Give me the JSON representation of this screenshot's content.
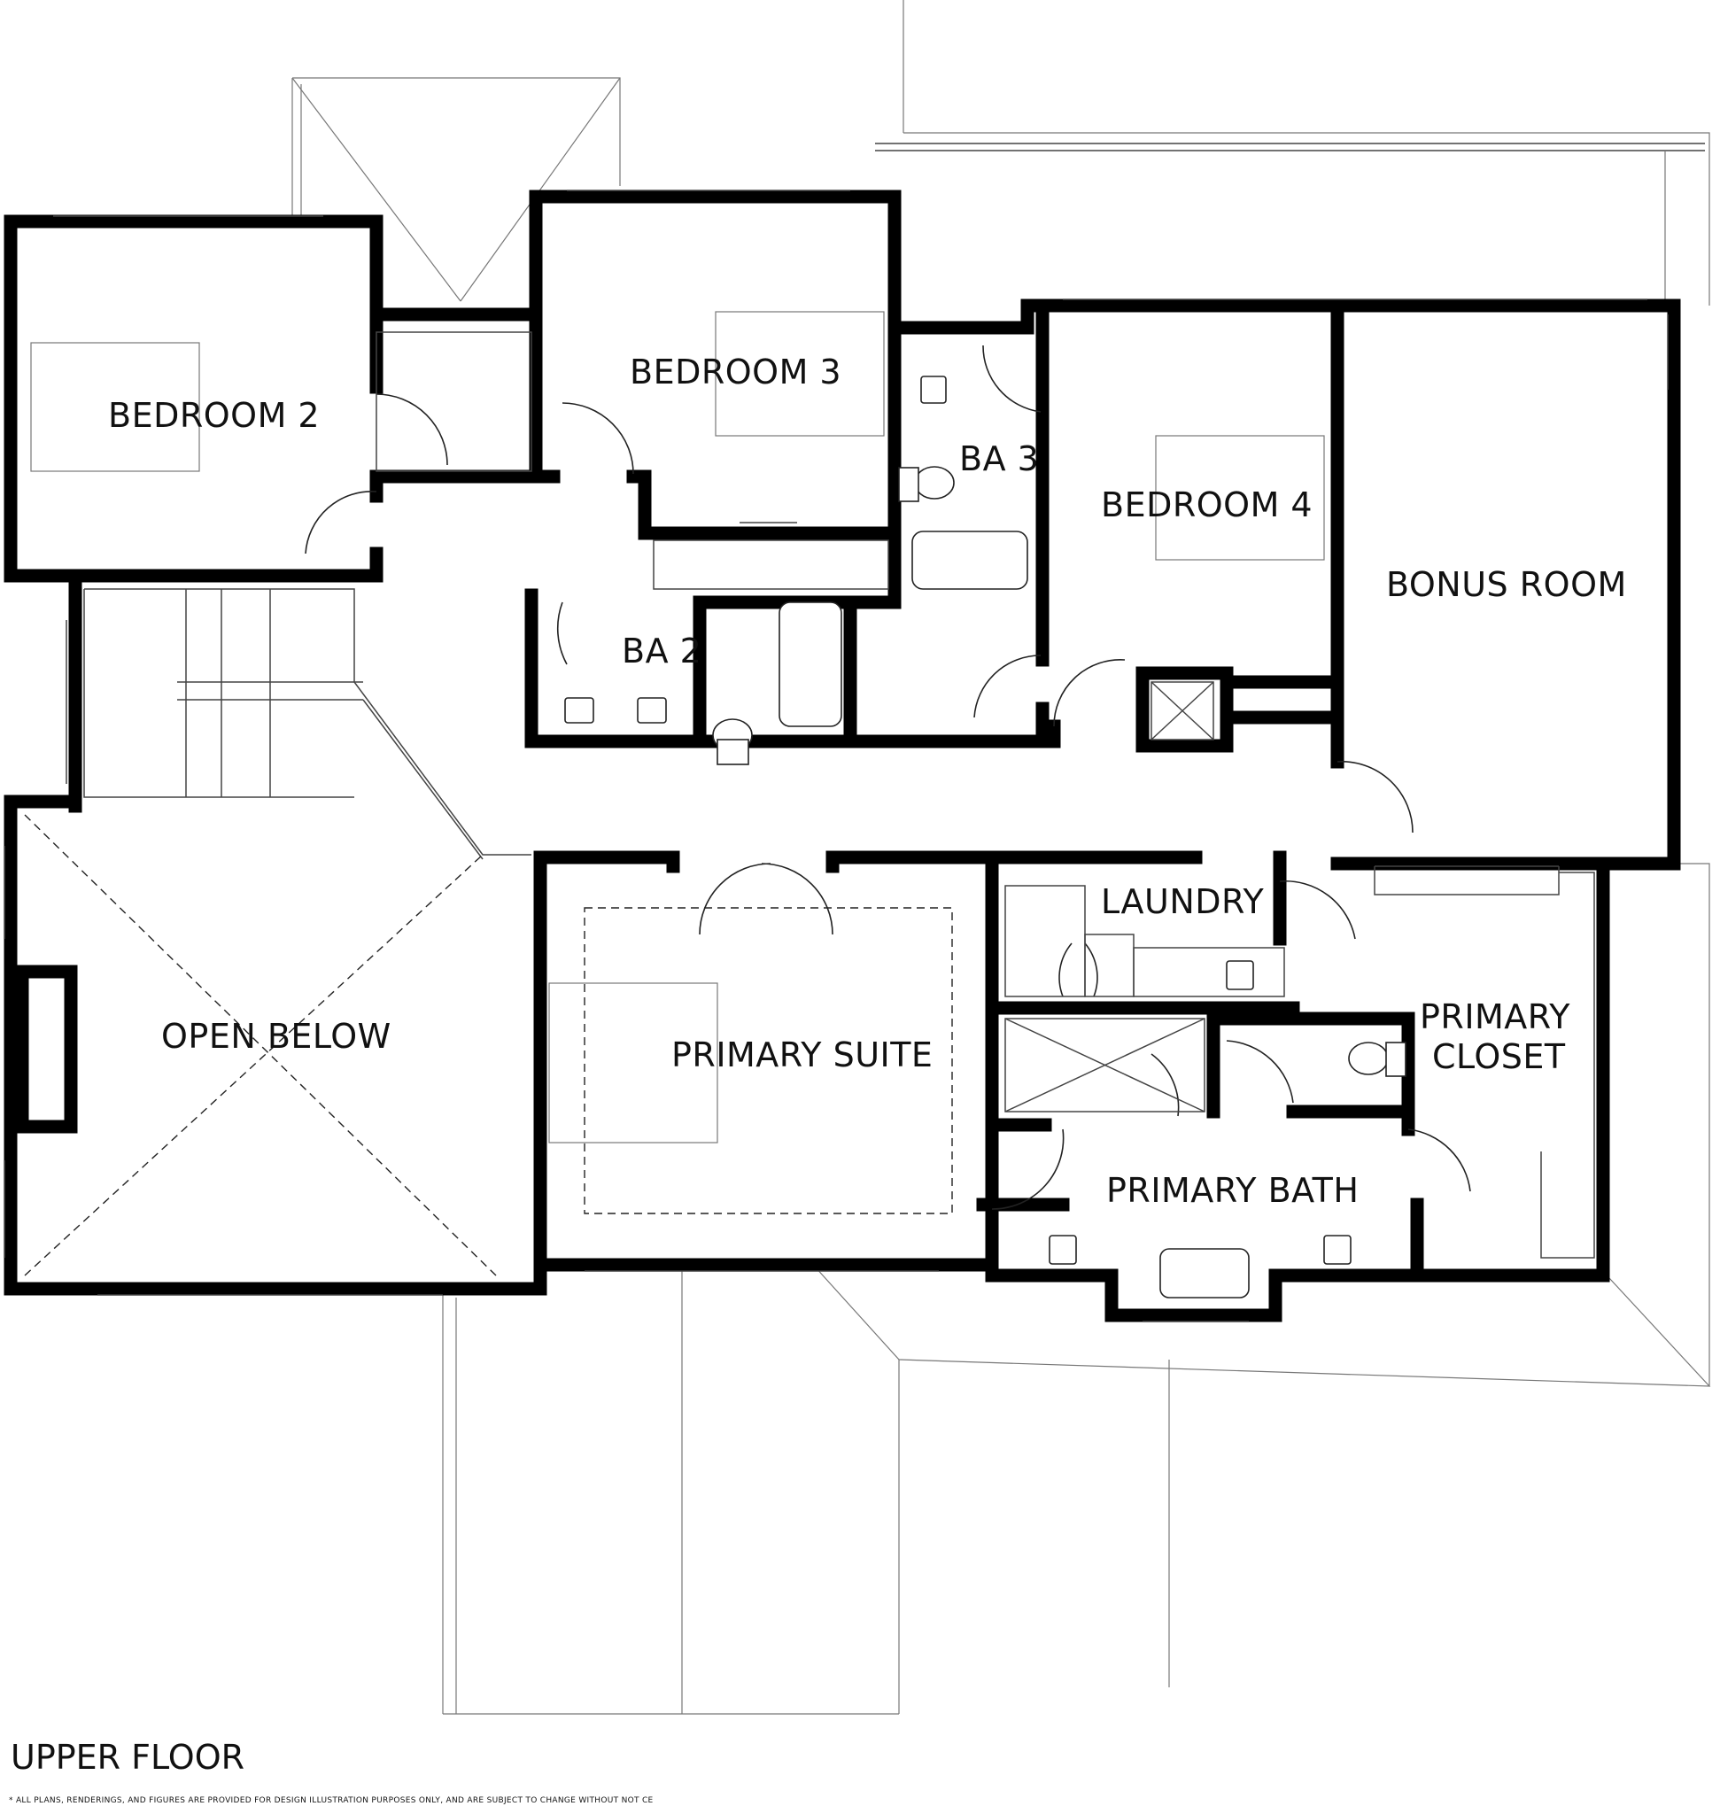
{
  "plan": {
    "title": "UPPER FLOOR",
    "disclaimer": "* ALL PLANS, RENDERINGS, AND FIGURES ARE PROVIDED FOR DESIGN ILLUSTRATION PURPOSES ONLY, AND ARE SUBJECT TO CHANGE WITHOUT NOT CE"
  },
  "rooms": {
    "bedroom_2": "BEDROOM 2",
    "bedroom_3": "BEDROOM 3",
    "bedroom_4": "BEDROOM 4",
    "ba_2": "BA 2",
    "ba_3": "BA 3",
    "bonus_room": "BONUS ROOM",
    "open_below": "OPEN BELOW",
    "primary_suite": "PRIMARY SUITE",
    "laundry": "LAUNDRY",
    "primary_closet_line1": "PRIMARY",
    "primary_closet_line2": "CLOSET",
    "primary_bath": "PRIMARY BATH"
  },
  "colors": {
    "wall": "#000000",
    "line": "#444444",
    "background": "#ffffff"
  }
}
